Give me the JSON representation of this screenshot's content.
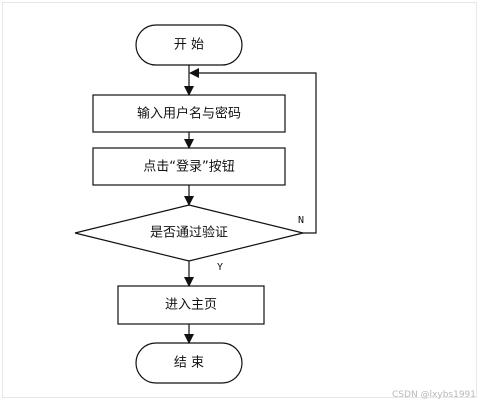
{
  "flowchart": {
    "start": "开 始",
    "input": "输入用户名与密码",
    "click": "点击“登录”按钮",
    "decision": "是否通过验证",
    "enter": "进入主页",
    "end": "结 束",
    "no_label": "N",
    "yes_label": "Y"
  },
  "watermark": "CSDN @lxybs1991"
}
